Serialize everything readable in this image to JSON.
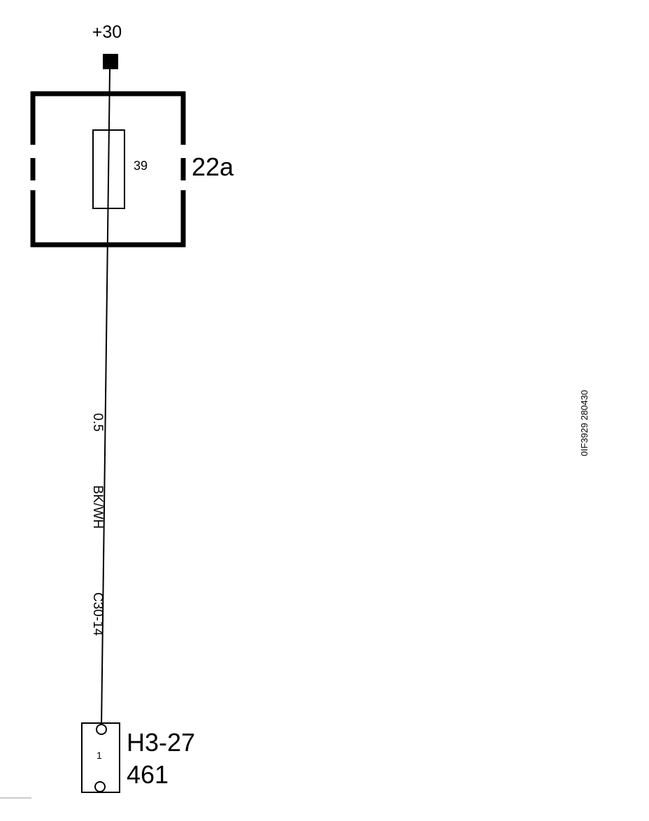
{
  "supply": {
    "label": "+30"
  },
  "fuse_box": {
    "id": "22a"
  },
  "fuse": {
    "number": "39"
  },
  "wire": {
    "cross_section": "0.5",
    "color_code": "BK/WH",
    "circuit": "C30-14"
  },
  "connector": {
    "id": "H3-27",
    "number": "461",
    "pin": "1"
  },
  "reference_code": "0IF3929 280430",
  "colors": {
    "line": "#000000",
    "background": "#ffffff"
  }
}
